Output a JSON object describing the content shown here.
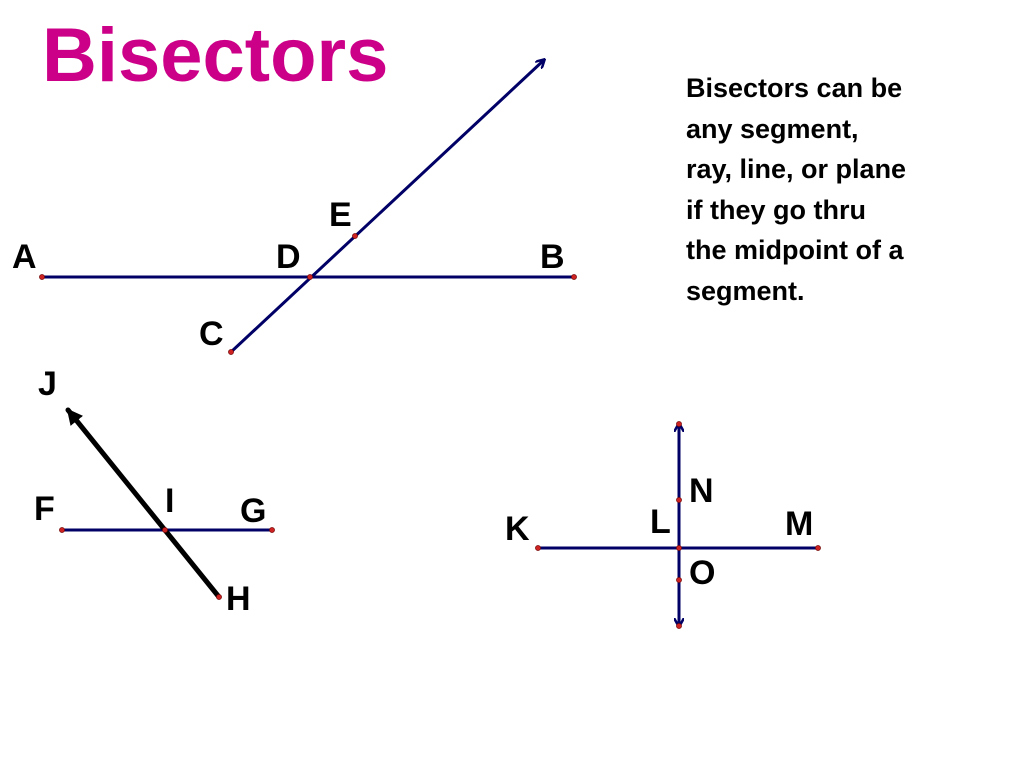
{
  "title": "Bisectors",
  "description": {
    "lines": [
      "Bisectors can be",
      "any segment,",
      "ray, line, or plane",
      "if they go thru",
      "the midpoint of a",
      "segment."
    ]
  },
  "points": {
    "A": "A",
    "B": "B",
    "C": "C",
    "D": "D",
    "E": "E",
    "F": "F",
    "G": "G",
    "H": "H",
    "I": "I",
    "J": "J",
    "K": "K",
    "L": "L",
    "M": "M",
    "N": "N",
    "O": "O"
  },
  "colors": {
    "title": "#cc0088",
    "lines": "#000066",
    "ray": "#000000",
    "points": "#cc2222"
  }
}
